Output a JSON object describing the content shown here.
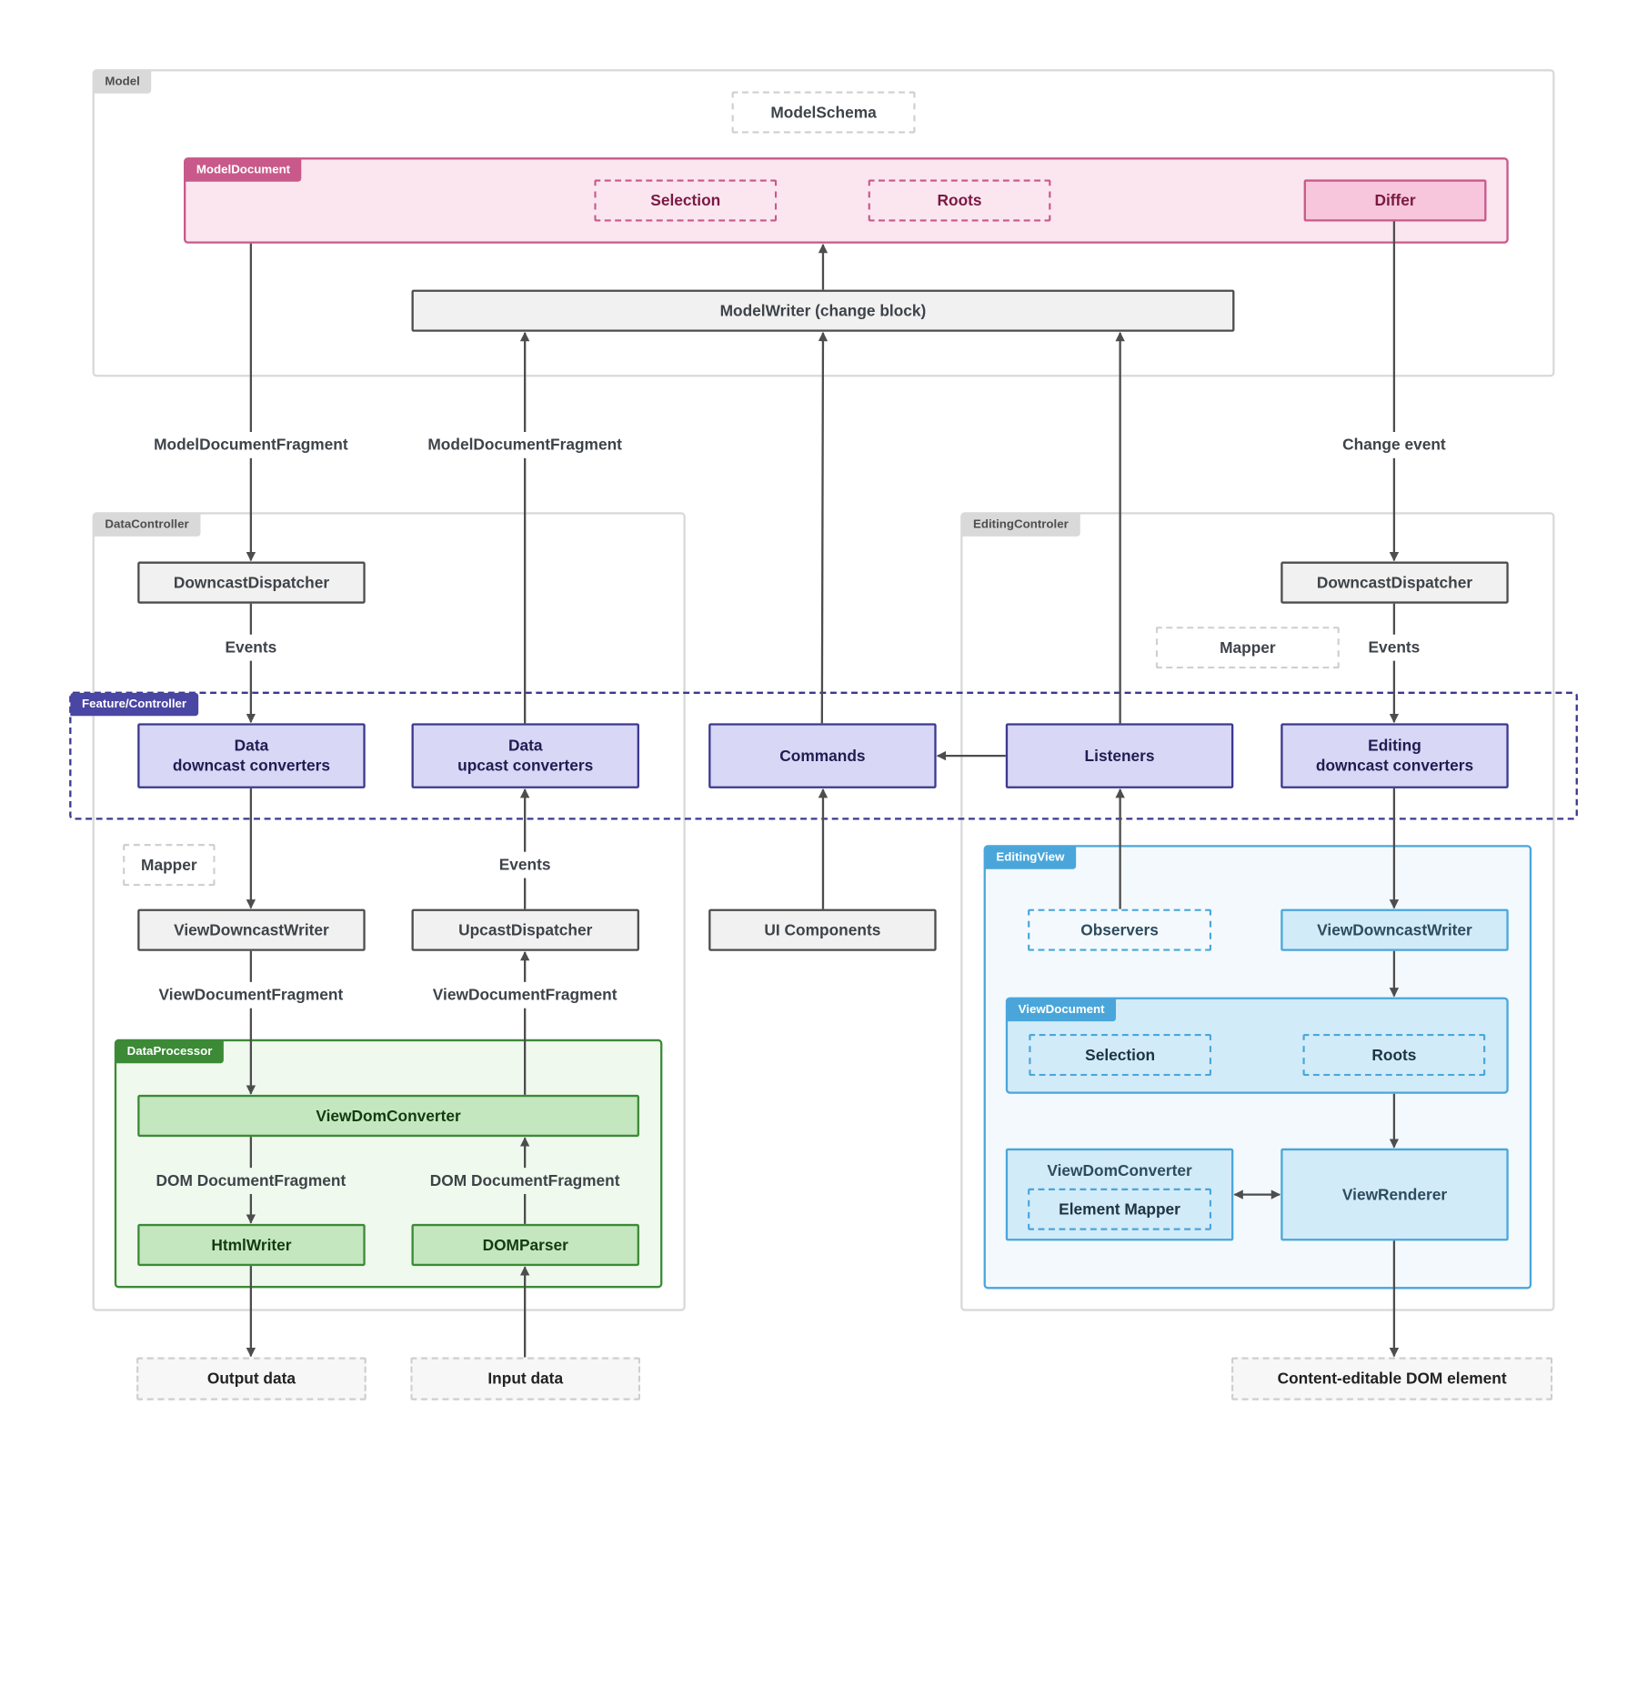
{
  "groups": {
    "model": "Model",
    "model_document": "ModelDocument",
    "data_controller": "DataController",
    "editing_controller": "EditingControler",
    "feature_controller": "Feature/Controller",
    "data_processor": "DataProcessor",
    "editing_view": "EditingView",
    "view_document": "ViewDocument"
  },
  "boxes": {
    "model_schema": "ModelSchema",
    "selection": "Selection",
    "roots": "Roots",
    "differ": "Differ",
    "model_writer": "ModelWriter (change block)",
    "data_downcast_dispatcher": "DowncastDispatcher",
    "editing_downcast_dispatcher": "DowncastDispatcher",
    "editing_mapper": "Mapper",
    "data_downcast_converters": "Data\ndowncast converters",
    "data_upcast_converters": "Data\nupcast converters",
    "commands": "Commands",
    "listeners": "Listeners",
    "editing_downcast_converters": "Editing\ndowncast converters",
    "data_mapper": "Mapper",
    "data_view_downcast_writer": "ViewDowncastWriter",
    "upcast_dispatcher": "UpcastDispatcher",
    "ui_components": "UI Components",
    "observers": "Observers",
    "editing_view_downcast_writer": "ViewDowncastWriter",
    "view_dom_converter": "ViewDomConverter",
    "html_writer": "HtmlWriter",
    "dom_parser": "DOMParser",
    "view_selection": "Selection",
    "view_roots": "Roots",
    "editing_view_dom_converter": "ViewDomConverter",
    "element_mapper": "Element Mapper",
    "view_renderer": "ViewRenderer",
    "output_data": "Output data",
    "input_data": "Input data",
    "content_editable": "Content-editable DOM element"
  },
  "labels": {
    "mdf_left": "ModelDocumentFragment",
    "mdf_right": "ModelDocumentFragment",
    "change_event": "Change event",
    "events_data": "Events",
    "events_editing": "Events",
    "events_upcast": "Events",
    "vdf_left": "ViewDocumentFragment",
    "vdf_right": "ViewDocumentFragment",
    "dom_df_left": "DOM DocumentFragment",
    "dom_df_right": "DOM DocumentFragment"
  }
}
